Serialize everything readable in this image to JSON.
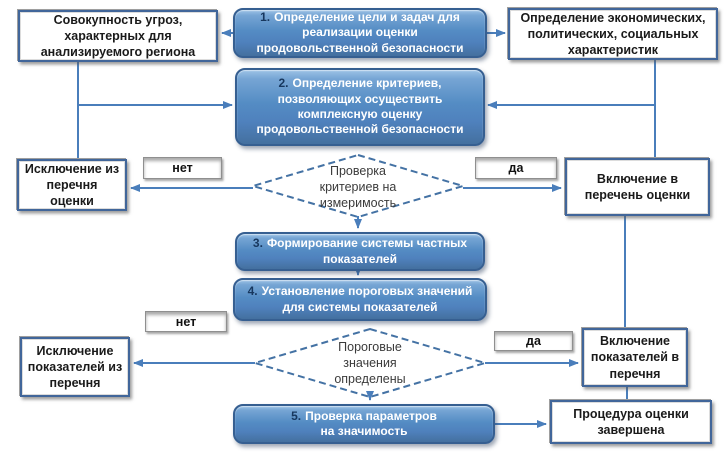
{
  "nodes": {
    "threats": {
      "text": "Совокупность угроз,\nхарактерных для\nанализируемого региона"
    },
    "step1": {
      "num": "1.",
      "text": "Определение цели и задач для\nреализации оценки\nпродовольственной безопасности"
    },
    "characteristics": {
      "text": "Определение экономических,\nполитических, социальных\nхарактеристик"
    },
    "step2": {
      "num": "2.",
      "text": "Определение критериев,\nпозволяющих осуществить\nкомплексную оценку\nпродовольственной безопасности"
    },
    "exclusion1": {
      "text": "Исключение из\nперечня оценки"
    },
    "inclusion1": {
      "text": "Включение в\nперечень оценки"
    },
    "step3": {
      "num": "3.",
      "text": "Формирование системы частных\nпоказателей"
    },
    "step4": {
      "num": "4.",
      "text": "Установление пороговых значений\nдля системы показателей"
    },
    "exclusion2": {
      "text": "Исключение\nпоказателей из\nперечня"
    },
    "inclusion2": {
      "text": "Включение\nпоказателей в\nперечня"
    },
    "step5": {
      "num": "5.",
      "text": "Проверка параметров\nна значимость"
    },
    "finished": {
      "text": "Процедура оценки\nзавершена"
    }
  },
  "decisions": {
    "d1": {
      "text": "Проверка\nкритериев на\nизмеримость"
    },
    "d2": {
      "text": "Пороговые\nзначения\nопределены"
    }
  },
  "labels": {
    "no1": "нет",
    "yes1": "да",
    "no2": "нет",
    "yes2": "да"
  },
  "colors": {
    "box_blue": "#4f81bd",
    "border_blue": "#365f91",
    "number_navy": "#17375e",
    "arrow": "#4a7ebb",
    "dashed_diamond": "#4472a4"
  }
}
